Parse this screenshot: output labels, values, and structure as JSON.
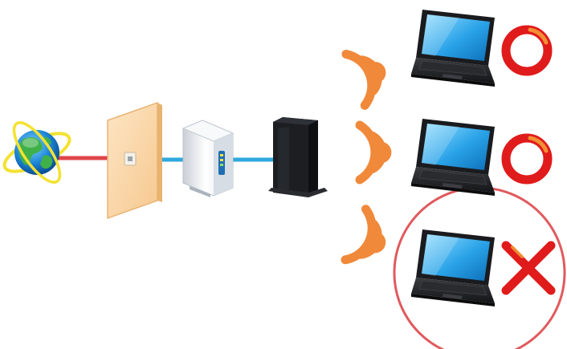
{
  "diagram": {
    "colors": {
      "internet_cable": "#e0454a",
      "lan_cable": "#2fa8dd",
      "wifi_wave": "#f0893a",
      "ok_mark": "#e01b1b",
      "fail_mark": "#e01b1b",
      "highlight_ring": "#e05a5e",
      "wall_plate": "#fbd7a8",
      "onu_body": "#eef1f4",
      "router_body": "#1c1e22",
      "laptop_screen": "#2aa3e8"
    },
    "nodes": [
      {
        "id": "internet",
        "icon": "globe-icon"
      },
      {
        "id": "wall-jack",
        "icon": "wall-outlet-icon"
      },
      {
        "id": "onu",
        "icon": "modem-icon"
      },
      {
        "id": "wifi-router",
        "icon": "router-icon"
      }
    ],
    "clients": [
      {
        "id": "laptop-1",
        "status": "ok",
        "status_icon": "circle-ok-icon"
      },
      {
        "id": "laptop-2",
        "status": "ok",
        "status_icon": "circle-ok-icon"
      },
      {
        "id": "laptop-3",
        "status": "fail",
        "status_icon": "cross-icon",
        "highlighted": true
      }
    ]
  }
}
